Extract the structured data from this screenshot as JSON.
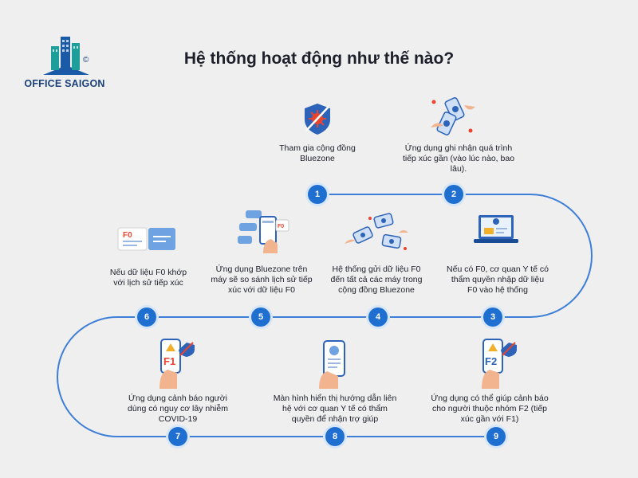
{
  "title": "Hệ thống hoạt động như thế nào?",
  "logo": {
    "text": "OFFICE SAIGON",
    "mark": "©"
  },
  "colors": {
    "accent": "#1f6fd1",
    "line": "#3d7fd8",
    "alert": "#e8452f",
    "warn": "#f2b02a"
  },
  "steps": [
    {
      "num": "1",
      "text": "Tham gia cộng đồng Bluezone",
      "icon": "shield-virus-icon"
    },
    {
      "num": "2",
      "text": "Ứng dụng ghi nhận quá trình tiếp xúc gần (vào lúc nào, bao lâu).",
      "icon": "phones-exchange-icon"
    },
    {
      "num": "3",
      "text": "Nếu có F0, cơ quan Y tế có thẩm quyền nhập dữ liệu F0 vào hệ thống",
      "icon": "laptop-icon"
    },
    {
      "num": "4",
      "text": "Hệ thống gửi dữ liệu F0 đến tất cả các máy trong cộng đồng Bluezone",
      "icon": "phones-network-icon"
    },
    {
      "num": "5",
      "text": "Ứng dụng Bluezone trên máy sẽ so sánh lịch sử tiếp xúc với dữ liệu F0",
      "icon": "phone-compare-icon"
    },
    {
      "num": "6",
      "text": "Nếu dữ liệu F0 khớp với lịch sử tiếp xúc",
      "icon": "data-cards-icon",
      "badge": "F0"
    },
    {
      "num": "7",
      "text": "Ứng dụng cảnh báo người dùng có nguy cơ lây nhiễm COVID-19",
      "icon": "phone-alert-icon",
      "badge": "F1"
    },
    {
      "num": "8",
      "text": "Màn hình hiển thị hướng dẫn liên hệ với cơ quan Y tế có thẩm quyền để nhận trợ giúp",
      "icon": "phone-guide-icon"
    },
    {
      "num": "9",
      "text": "Ứng dụng có thể giúp cảnh báo cho người thuộc nhóm F2 (tiếp xúc gần với F1)",
      "icon": "phone-alert-icon",
      "badge": "F2"
    }
  ]
}
